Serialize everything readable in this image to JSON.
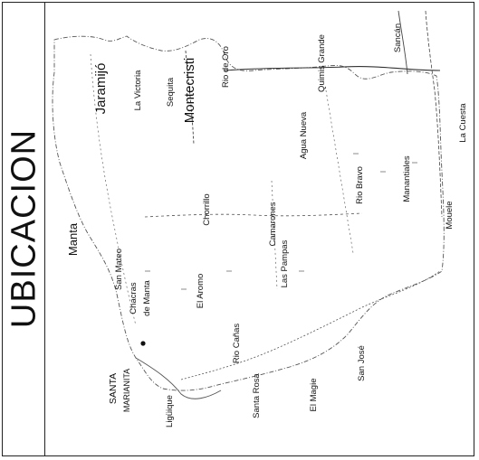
{
  "title": "UBICACION",
  "places": [
    {
      "key": "jaramijo",
      "text": "Jaramijó"
    },
    {
      "key": "la-victoria",
      "text": "La Victoria"
    },
    {
      "key": "sequita",
      "text": "Sequita"
    },
    {
      "key": "montecristi",
      "text": "Montecristi"
    },
    {
      "key": "rio-de-oro",
      "text": "Rio de Oro"
    },
    {
      "key": "quimis-grande",
      "text": "Quimis Grande"
    },
    {
      "key": "sancan",
      "text": "Sancán"
    },
    {
      "key": "la-cuesta",
      "text": "La Cuesta"
    },
    {
      "key": "agua-nueva",
      "text": "Agua Nueva"
    },
    {
      "key": "manta",
      "text": "Manta"
    },
    {
      "key": "chorrillo",
      "text": "Chorrillo"
    },
    {
      "key": "camarones",
      "text": "Camarones"
    },
    {
      "key": "las-pampas",
      "text": "Las Pampas"
    },
    {
      "key": "rio-bravo",
      "text": "Rio Bravo"
    },
    {
      "key": "manantiales",
      "text": "Manantiales"
    },
    {
      "key": "mouele",
      "text": "Mouele"
    },
    {
      "key": "san-mateo",
      "text": "San Mateo"
    },
    {
      "key": "chacras",
      "text": "Chacras"
    },
    {
      "key": "de-manta",
      "text": "de Manta"
    },
    {
      "key": "el-aromo",
      "text": "El Aromo"
    },
    {
      "key": "santa",
      "text": "SANTA"
    },
    {
      "key": "marianita",
      "text": "MARIANITA"
    },
    {
      "key": "rio-canas",
      "text": "Rio Cañas"
    },
    {
      "key": "ligique",
      "text": "Ligüique"
    },
    {
      "key": "santa-rosa",
      "text": "Santa Rosa"
    },
    {
      "key": "el-magie",
      "text": "El Magie"
    },
    {
      "key": "san-jose",
      "text": "San José"
    }
  ]
}
